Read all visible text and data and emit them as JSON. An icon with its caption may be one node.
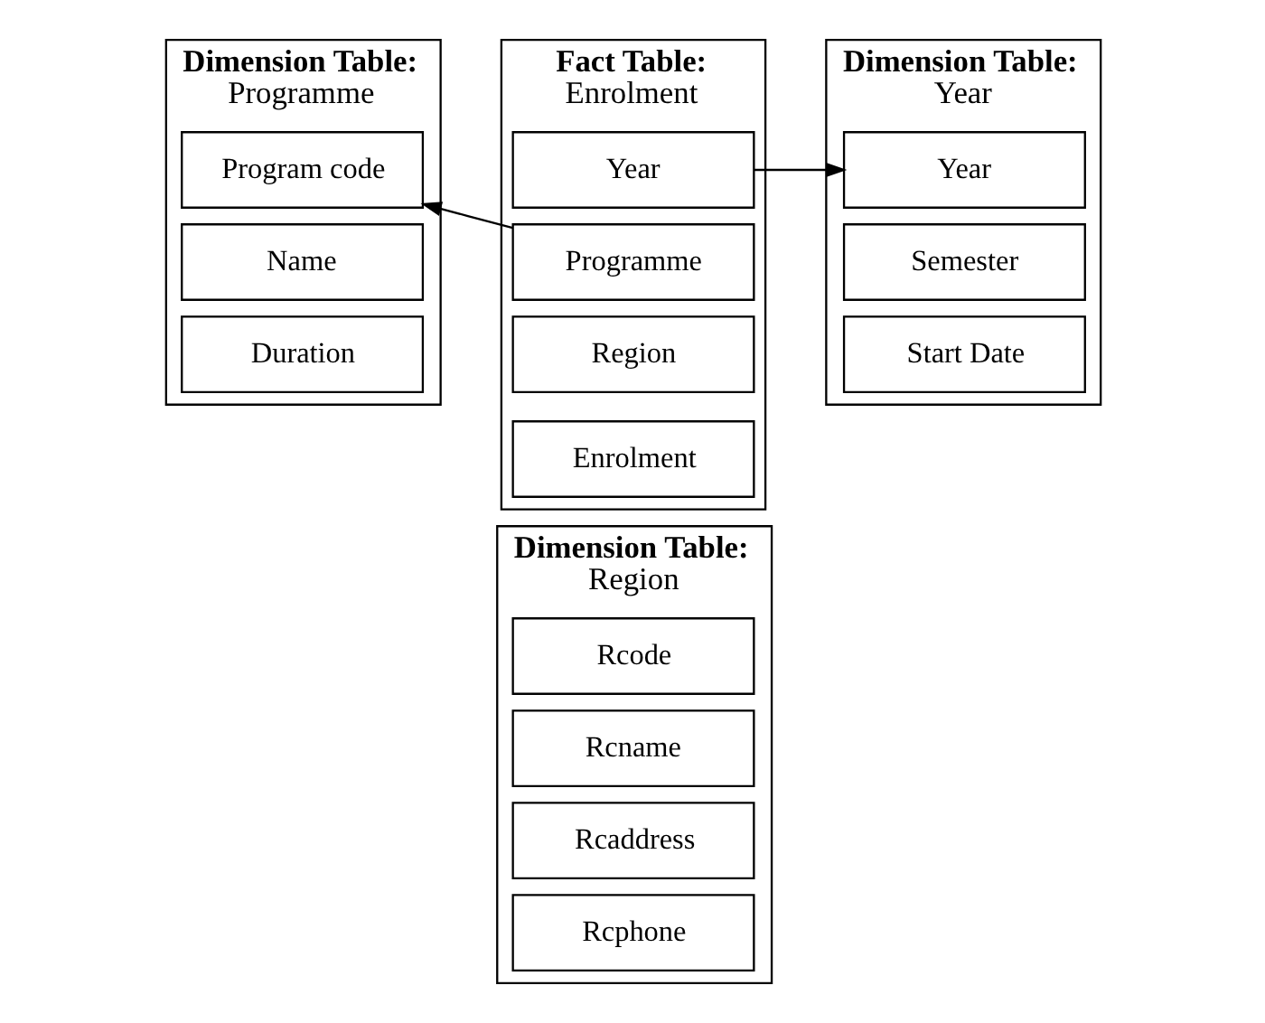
{
  "diagram": {
    "nodes": [
      {
        "text": [
          "Dimension Table:",
          "Programme"
        ]
      },
      {
        "text": [
          "Program code"
        ],
        "in": 0
      },
      {
        "text": [
          "Name"
        ],
        "in": 0
      },
      {
        "text": [
          "Duration"
        ],
        "in": 0
      },
      {
        "text": [
          "Fact Table:",
          "Enrolment"
        ]
      },
      {
        "text": [
          "Year"
        ],
        "in": 4
      },
      {
        "text": [
          "Programme"
        ],
        "in": 4
      },
      {
        "text": [
          "Region"
        ],
        "in": 4
      },
      {
        "text": [
          "Enrolment"
        ],
        "in": 4
      },
      {
        "text": [
          "Dimension Table:",
          "Year"
        ]
      },
      {
        "text": [
          "Year"
        ],
        "in": 9
      },
      {
        "text": [
          "Semester"
        ],
        "in": 9
      },
      {
        "text": [
          "Start Date"
        ],
        "in": 9
      },
      {
        "text": [
          "Dimension Table:",
          "Region"
        ]
      },
      {
        "text": [
          "Rcode"
        ],
        "in": 13
      },
      {
        "text": [
          "Rcname"
        ],
        "in": 13
      },
      {
        "text": [
          "Rcaddress"
        ],
        "in": 13
      },
      {
        "text": [
          "Rcphone"
        ],
        "in": 13
      }
    ],
    "edges": [
      {
        "from": 6,
        "to": 1,
        "arrow": "to"
      },
      {
        "from": 5,
        "to": 10,
        "arrow": "to"
      }
    ]
  }
}
